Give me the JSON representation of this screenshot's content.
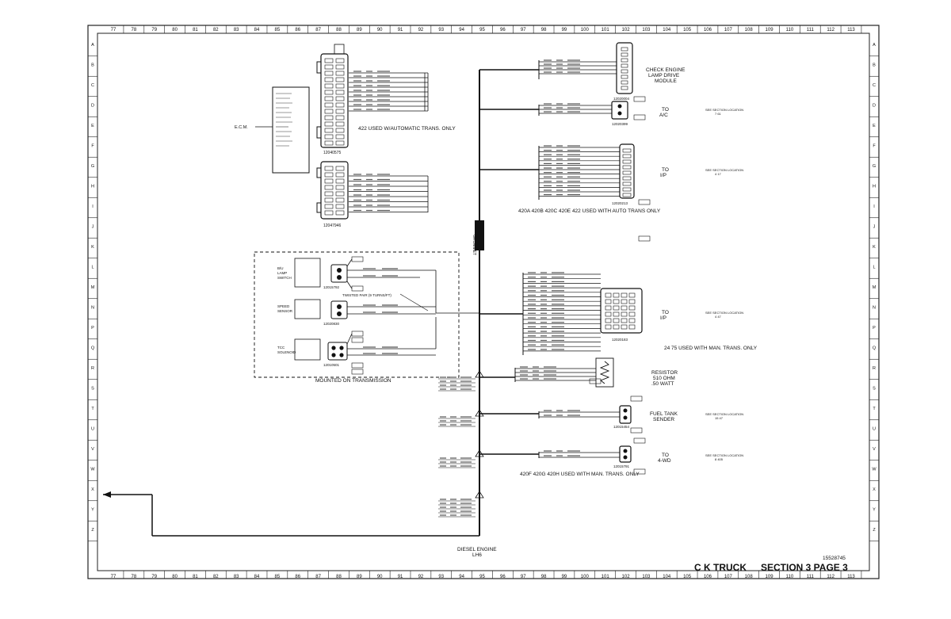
{
  "grid": {
    "columns": [
      "77",
      "78",
      "79",
      "80",
      "81",
      "82",
      "83",
      "84",
      "85",
      "86",
      "87",
      "88",
      "89",
      "90",
      "91",
      "92",
      "93",
      "94",
      "95",
      "96",
      "97",
      "98",
      "99",
      "100",
      "101",
      "102",
      "103",
      "104",
      "105",
      "106",
      "107",
      "108",
      "109",
      "110",
      "111",
      "112",
      "113"
    ],
    "rows": [
      "A",
      "B",
      "C",
      "D",
      "E",
      "F",
      "G",
      "H",
      "I",
      "J",
      "K",
      "L",
      "M",
      "N",
      "P",
      "Q",
      "R",
      "S",
      "T",
      "U",
      "V",
      "W",
      "X",
      "Y",
      "Z"
    ]
  },
  "title_block": {
    "truck": "C K TRUCK",
    "section_page": "SECTION 3 PAGE 3",
    "drawing_number": "15528745"
  },
  "engine": {
    "line1": "DIESEL ENGINE",
    "line2": "LH6"
  },
  "ecm": {
    "label": "E.C.M.",
    "conn1_part": "12040575",
    "conn2_part": "12047946"
  },
  "notes": {
    "auto_trans_422": "422 USED W/AUTOMATIC TRANS. ONLY",
    "auto_trans_420": "420A 420B 420C 420E 422 USED WITH AUTO TRANS ONLY",
    "man_trans_375": "24 75 USED WITH MAN. TRANS. ONLY",
    "man_trans_420": "420F 420G 420H USED WITH MAN. TRANS. ONLY",
    "mounted": "MOUNTED ON TRANSMISSION",
    "twisted": "TWISTED PAIR (9 TURNS/FT)"
  },
  "destinations": {
    "check_engine": {
      "l1": "CHECK ENGINE",
      "l2": "LAMP DRIVE",
      "l3": "MODULE",
      "part": "12020004"
    },
    "ac": {
      "l1": "TO",
      "l2": "A/C",
      "part": "12020399",
      "ref": "SEE SECTION  LOCATION",
      "refval": "7      61"
    },
    "ip1": {
      "l1": "TO",
      "l2": "I/P",
      "part": "12020213",
      "ref": "SEE SECTION  LOCATION",
      "refval": "4      17"
    },
    "ip2": {
      "l1": "TO",
      "l2": "I/P",
      "part": "12020183",
      "ref": "SEE SECTION  LOCATION",
      "refval": "4      47"
    },
    "resistor": {
      "l1": "RESISTOR",
      "l2": "510 OHM",
      "l3": ".50 WATT"
    },
    "fuel": {
      "l1": "FUEL TANK",
      "l2": "SENDER",
      "part": "12015454",
      "ref": "SEE SECTION  LOCATION",
      "refval": "15     47"
    },
    "fourwd": {
      "l1": "TO",
      "l2": "4-WD",
      "part": "12015791",
      "ref": "SEE SECTION  LOCATION",
      "refval": "8     405"
    }
  },
  "trans_components": {
    "bu_switch": {
      "l1": "B/U",
      "l2": "LAMP",
      "l3": "SWITCH",
      "part": "12015792"
    },
    "speed": {
      "l1": "SPEED",
      "l2": "SENSOR",
      "part": "12020830"
    },
    "tcc": {
      "l1": "TCC",
      "l2": "SOLENOID",
      "part": "12010501"
    }
  },
  "splice": {
    "label": "GROMMET"
  }
}
